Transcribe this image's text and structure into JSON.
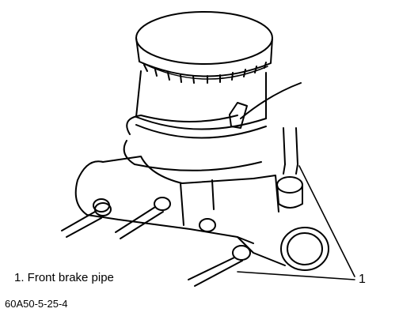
{
  "diagram": {
    "legend_item": "1.  Front brake pipe",
    "callout_number": "1",
    "figure_code": "60A50-5-25-4"
  },
  "colors": {
    "line": "#000000",
    "background": "#ffffff"
  }
}
